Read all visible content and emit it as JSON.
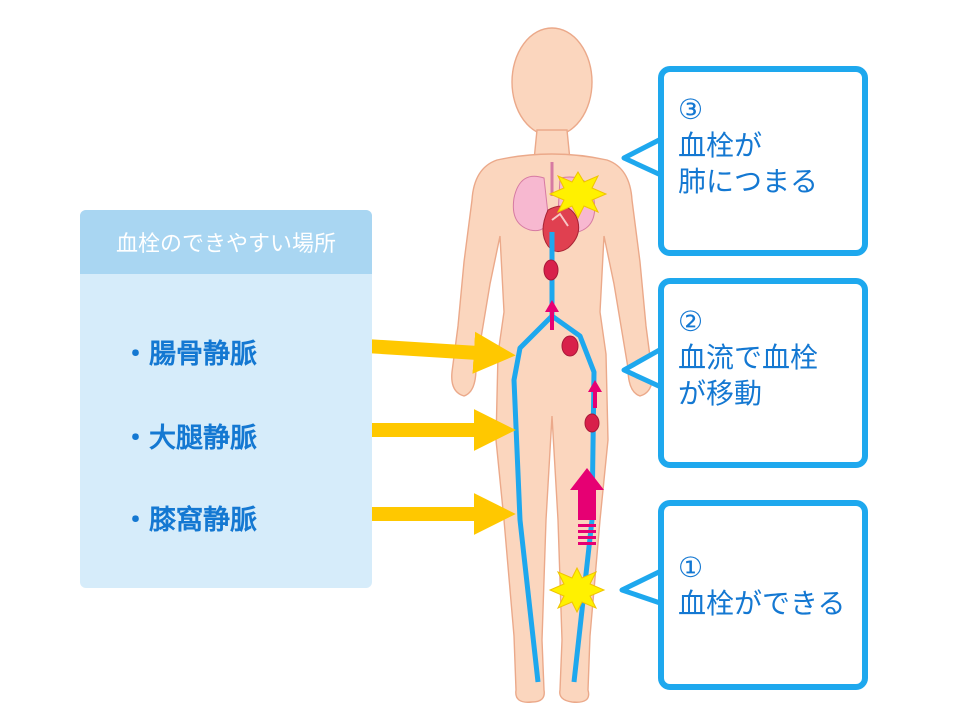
{
  "site_panel": {
    "title": "血栓のできやすい場所",
    "items": [
      {
        "label": "・腸骨静脈"
      },
      {
        "label": "・大腿静脈"
      },
      {
        "label": "・膝窩静脈"
      }
    ]
  },
  "callouts": [
    {
      "number": "①",
      "lines": [
        "血栓ができる"
      ]
    },
    {
      "number": "②",
      "lines": [
        "血流で血栓",
        "が移動"
      ]
    },
    {
      "number": "③",
      "lines": [
        "血栓が",
        "肺につまる"
      ]
    }
  ],
  "colors": {
    "vein": "#1ea8ee",
    "panel": "#d6ecfa",
    "panel_header": "#a9d6f2",
    "text": "#1478d2",
    "pointer_arrow": "#ffc800",
    "flow_arrow": "#e60073",
    "clot": "#d8204a",
    "skin": "#fbd6be",
    "skin_outline": "#eba98a"
  },
  "icons": [
    "body-silhouette-icon",
    "lungs-icon",
    "heart-icon",
    "burst-icon",
    "clot-icon",
    "flow-arrow-icon"
  ]
}
